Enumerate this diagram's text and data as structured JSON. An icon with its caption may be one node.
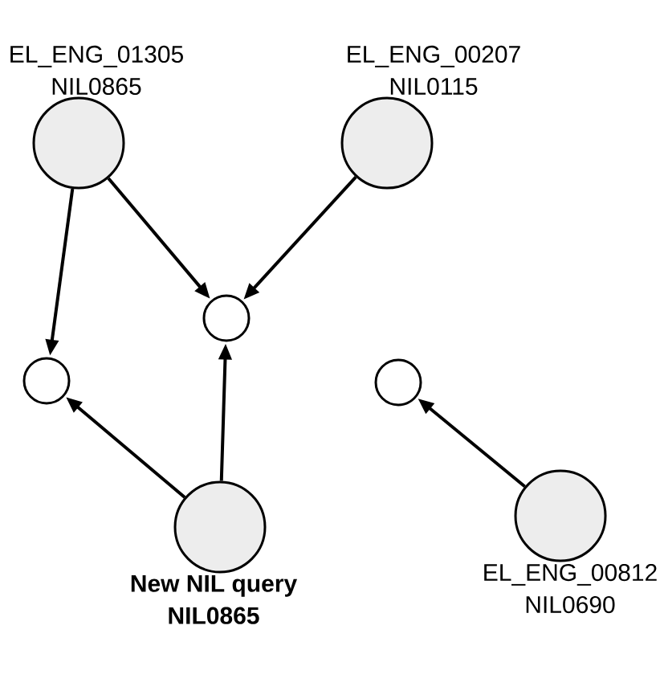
{
  "diagram": {
    "nodes": [
      {
        "text": [
          "EL_ENG_01305",
          "NIL0865"
        ]
      },
      {
        "text": [
          "EL_ENG_00207",
          "NIL0115"
        ]
      },
      {
        "text": [],
        "shape": "circle"
      },
      {
        "text": [],
        "shape": "circle"
      },
      {
        "text": [],
        "shape": "circle"
      },
      {
        "text": [
          "New NIL query",
          "NIL0865"
        ]
      },
      {
        "text": [
          "EL_ENG_00812",
          "NIL0690"
        ]
      }
    ],
    "edges": [
      {
        "from": 0,
        "to": 3,
        "arrow": "to"
      },
      {
        "from": 0,
        "to": 2,
        "arrow": "to"
      },
      {
        "from": 1,
        "to": 2,
        "arrow": "to"
      },
      {
        "from": 5,
        "to": 3,
        "arrow": "to"
      },
      {
        "from": 5,
        "to": 2,
        "arrow": "to"
      },
      {
        "from": 6,
        "to": 4,
        "arrow": "to"
      }
    ]
  }
}
